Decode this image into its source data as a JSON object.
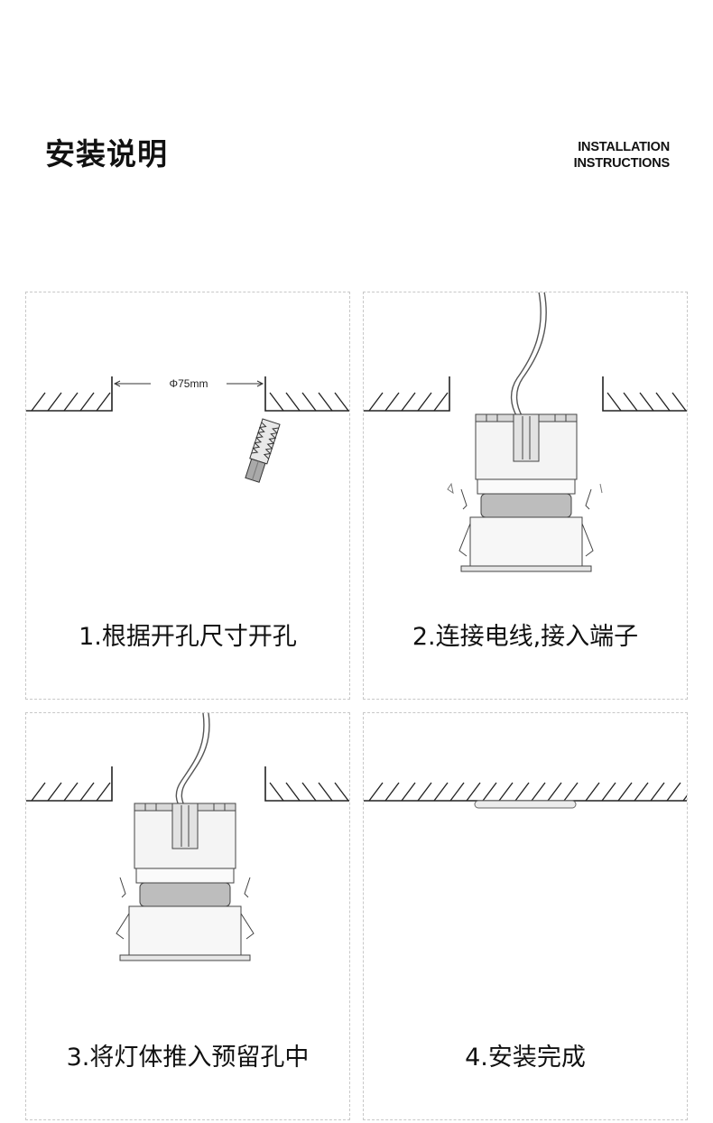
{
  "header": {
    "title_cn": "安装说明",
    "title_en_line1": "INSTALLATION",
    "title_en_line2": "INSTRUCTIONS"
  },
  "steps": [
    {
      "caption": "1.根据开孔尺寸开孔",
      "dimension_label": "Φ75mm"
    },
    {
      "caption": "2.连接电线,接入端子"
    },
    {
      "caption": "3.将灯体推入预留孔中"
    },
    {
      "caption": "4.安装完成"
    }
  ]
}
